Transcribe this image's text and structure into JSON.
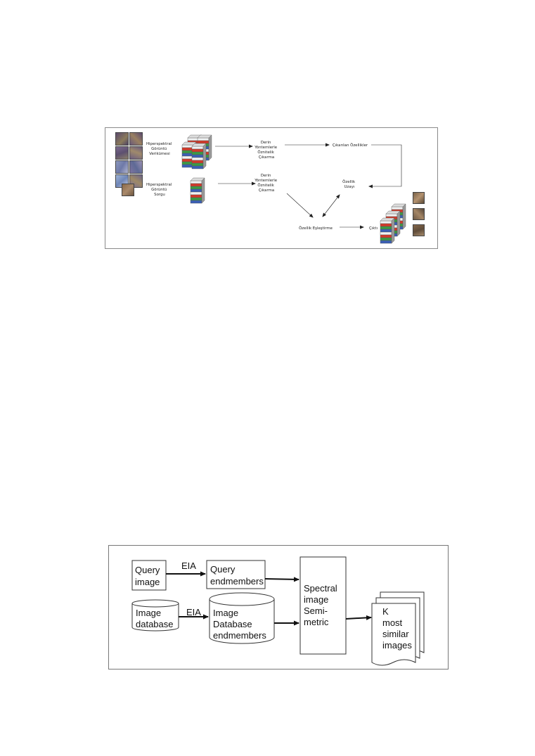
{
  "figure1": {
    "dataset_label": [
      "Hiperspektral",
      "Görüntü",
      "Verikümesi"
    ],
    "query_label": [
      "Hiperspektral",
      "Görüntü",
      "Sorgu"
    ],
    "extraction_top": [
      "Derin",
      "Yöntemlerle",
      "Öznitelik",
      "Çıkarma"
    ],
    "extraction_bottom": [
      "Derin",
      "Yöntemlerle",
      "Öznitelik",
      "Çıkarma"
    ],
    "extracted_features": "Çıkarılan Özellikler",
    "feature_space": [
      "Özellik",
      "Uzayı"
    ],
    "feature_matching": "Özellik Eşleştirme",
    "output": "Çıktı",
    "colors": {
      "thumb_purple": "#6d5a7e",
      "thumb_blue": "#7a90b8",
      "thumb_brown": "#7a6248",
      "cube_red": "#d23a2a",
      "cube_green": "#3c9a45",
      "cube_blue": "#3b5fb5",
      "cube_white": "#f2f2f2"
    }
  },
  "figure2": {
    "query_image": [
      "Query",
      "image"
    ],
    "image_database": [
      "Image",
      "database"
    ],
    "eia_top": "EIA",
    "eia_bottom": "EIA",
    "query_endmembers": [
      "Query",
      "endmembers"
    ],
    "database_endmembers": [
      "Image",
      "Database",
      "endmembers"
    ],
    "spectral_metric": [
      "Spectral",
      "image",
      "Semi-",
      "metric"
    ],
    "result": [
      "K",
      "most",
      "similar",
      "images"
    ]
  }
}
